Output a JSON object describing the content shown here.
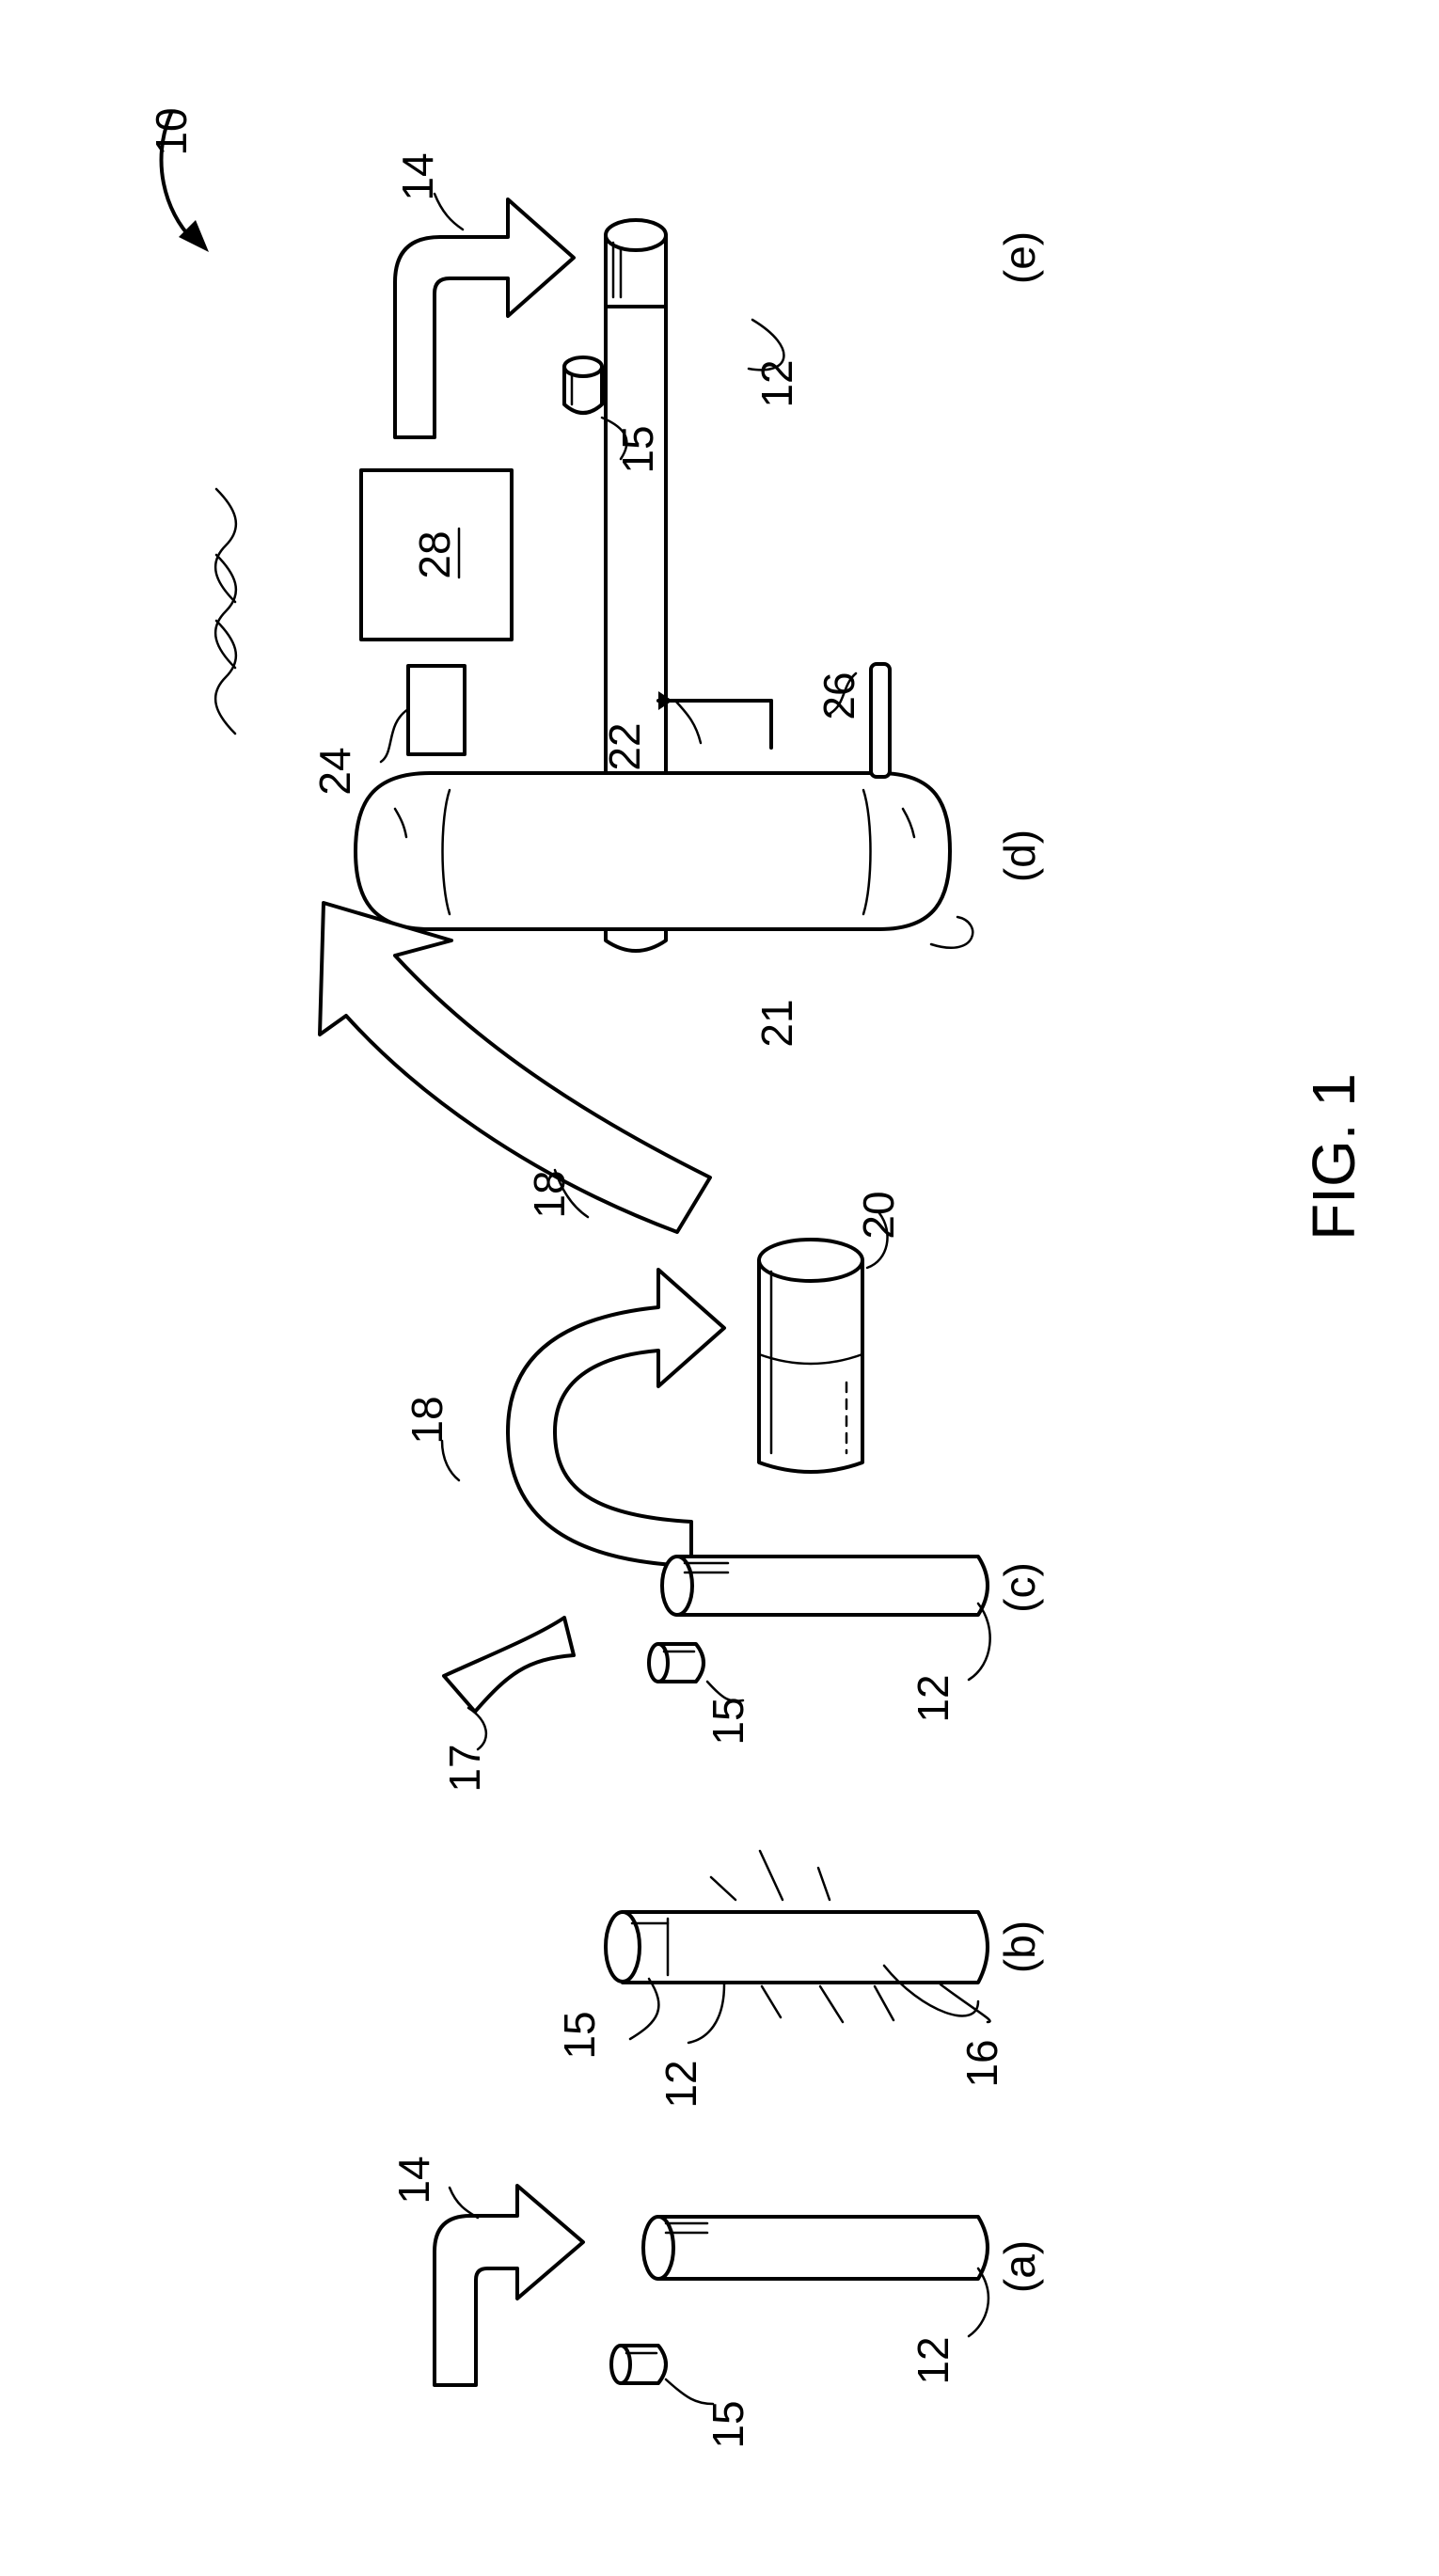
{
  "figure": {
    "title": "FIG. 1",
    "assembly_ref": "10",
    "panels": {
      "a": {
        "label": "(a)",
        "refs": {
          "arrow": "14",
          "cap": "15",
          "tube": "12"
        }
      },
      "b": {
        "label": "(b)",
        "refs": {
          "cap": "15",
          "tube": "12",
          "rays": "16"
        }
      },
      "c": {
        "label": "(c)",
        "refs": {
          "arrow_small": "17",
          "arrow": "18",
          "cap": "15",
          "tube": "12",
          "container": "20"
        }
      },
      "d": {
        "label": "(d)",
        "refs": {
          "arrow": "18",
          "vessel": "21",
          "box": "24",
          "unit": "28",
          "arrow_small": "22",
          "rod": "26"
        }
      },
      "e": {
        "label": "(e)",
        "refs": {
          "arrow": "14",
          "cap": "15",
          "tube": "12"
        }
      }
    }
  }
}
